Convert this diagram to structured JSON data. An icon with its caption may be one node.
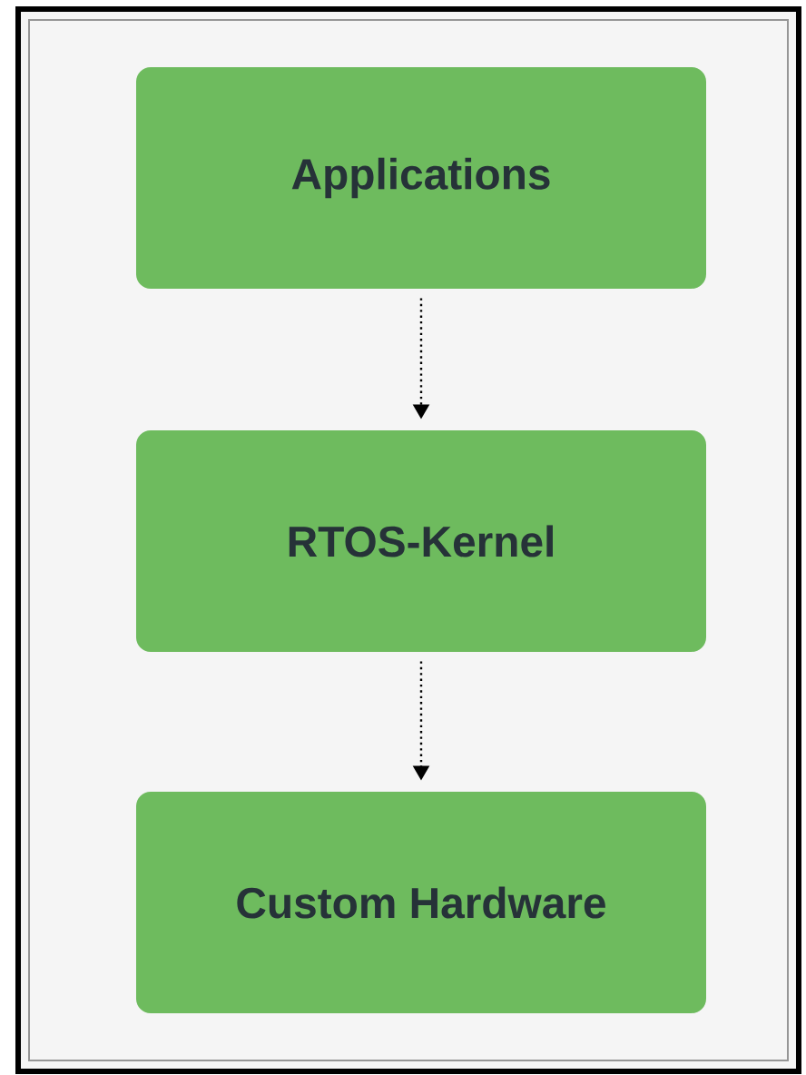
{
  "diagram": {
    "nodes": [
      {
        "text": [
          "Applications"
        ]
      },
      {
        "text": [
          "RTOS-Kernel"
        ]
      },
      {
        "text": [
          "Custom Hardware"
        ]
      }
    ],
    "edges": [
      {
        "from": 0,
        "to": 1,
        "arrow": "to"
      },
      {
        "from": 1,
        "to": 2,
        "arrow": "to"
      }
    ]
  }
}
